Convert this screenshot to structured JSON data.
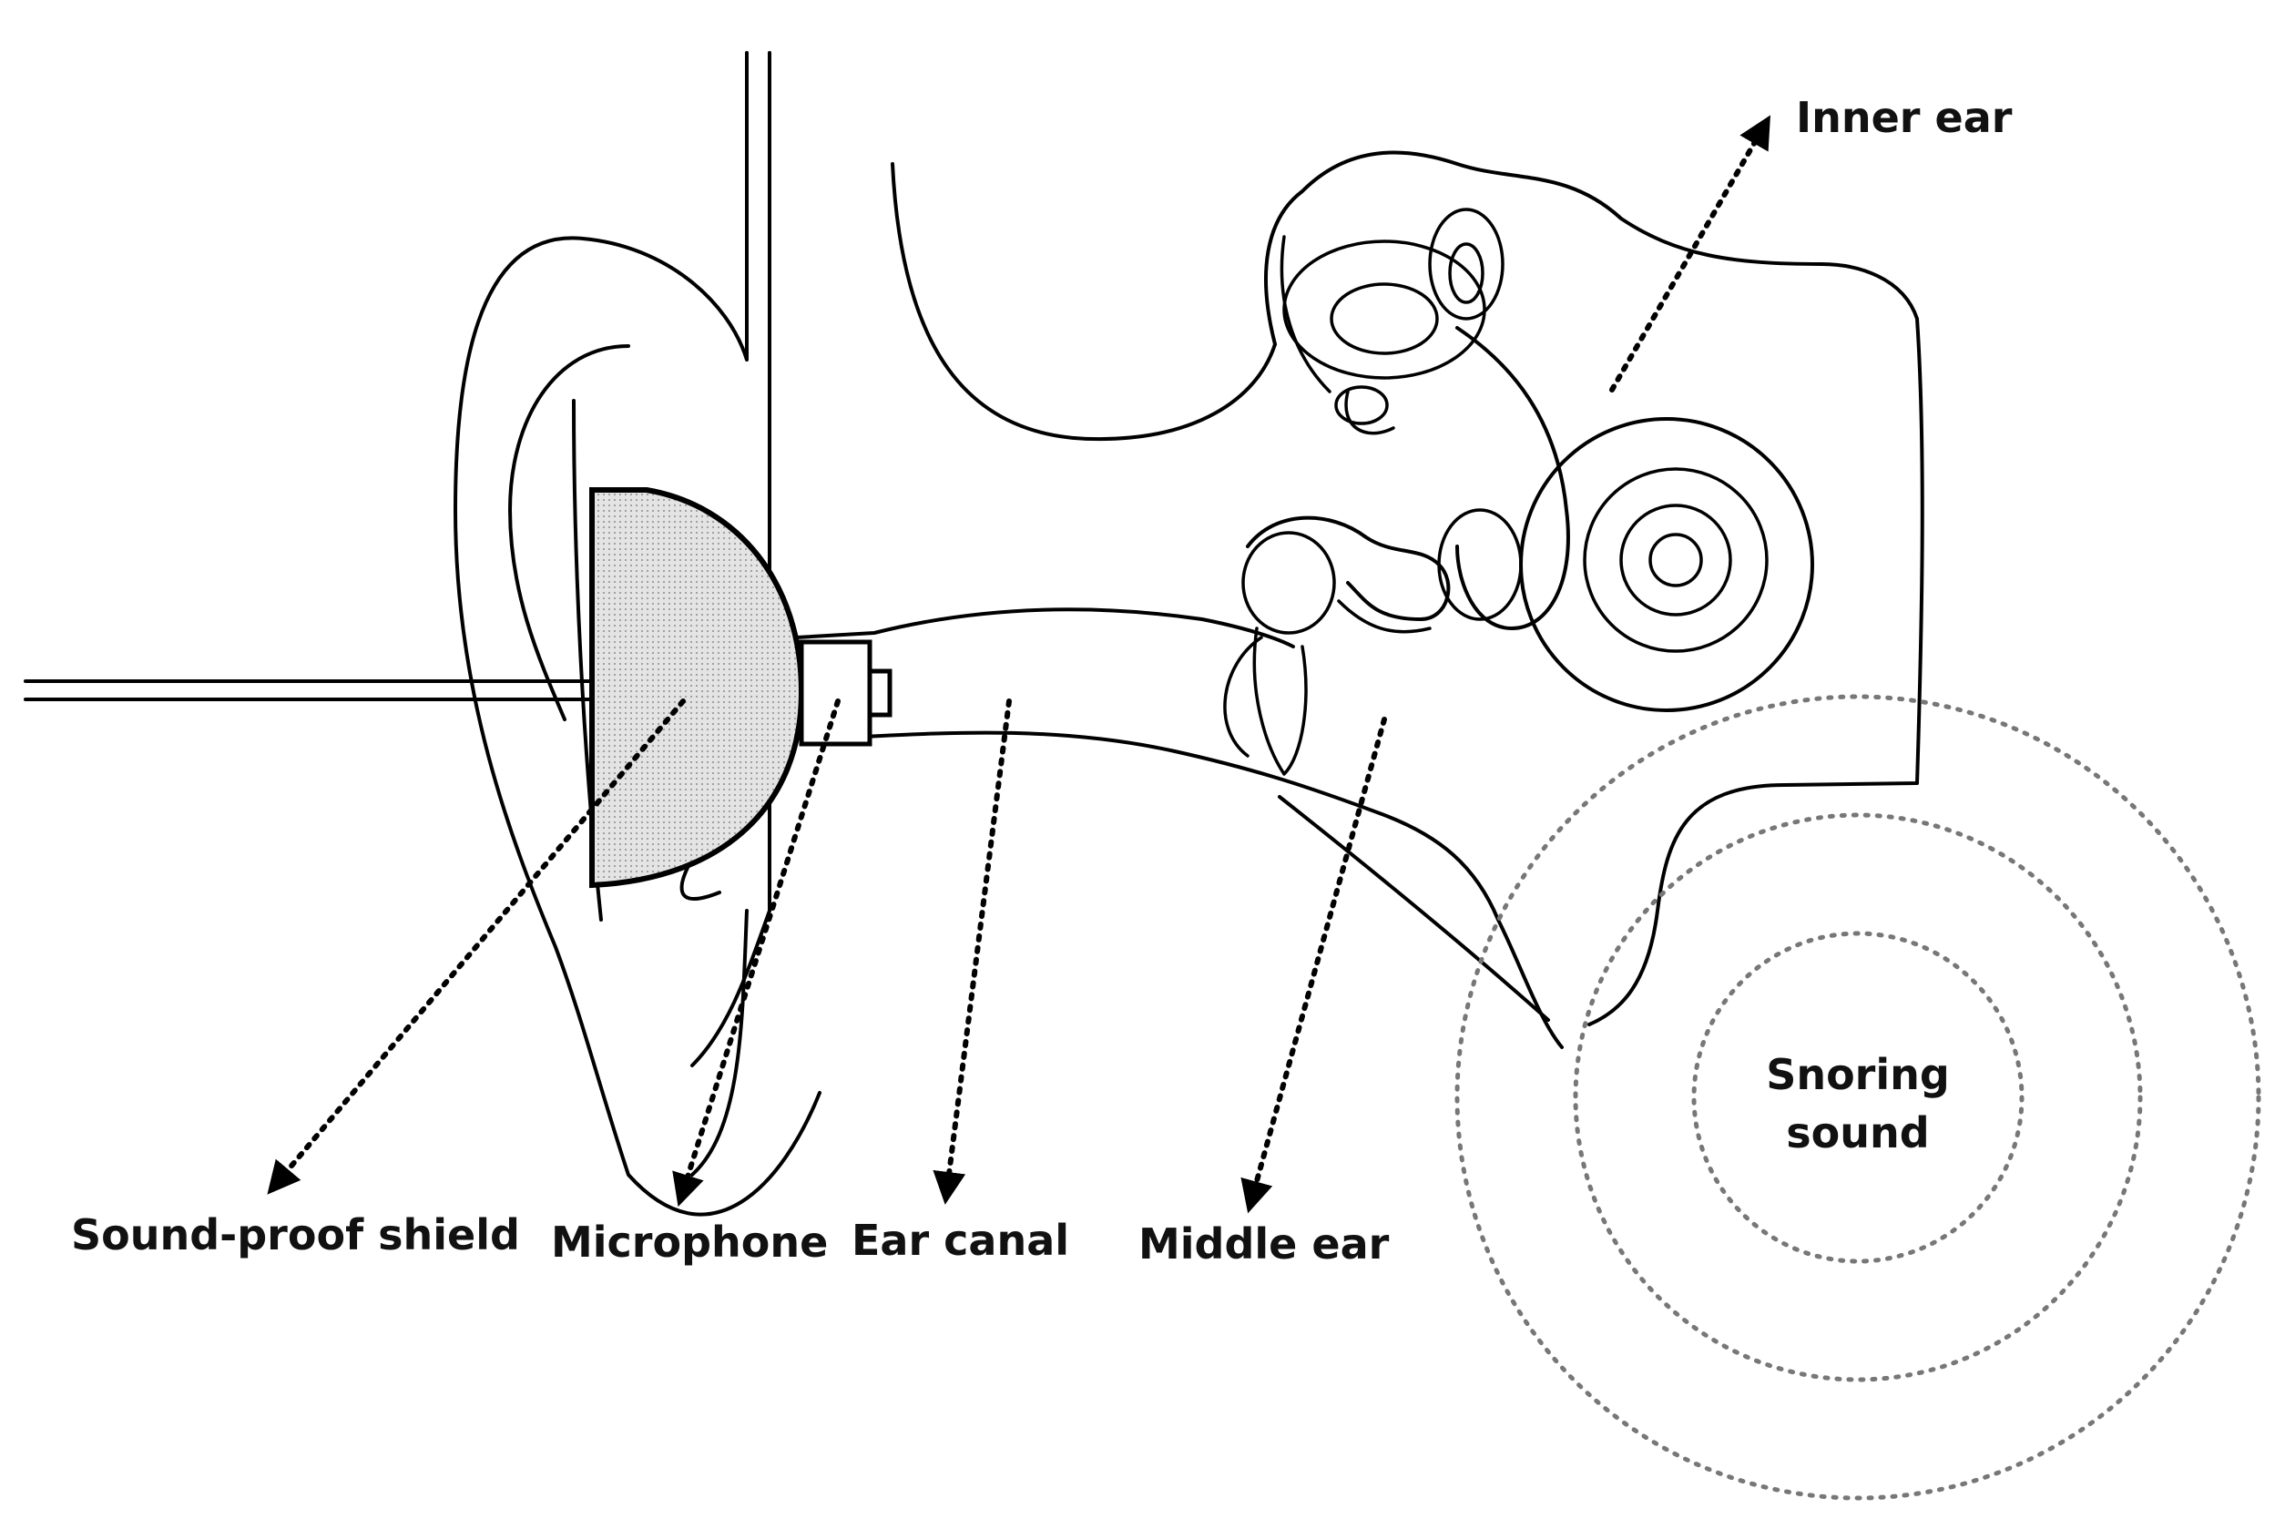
{
  "colors": {
    "line": "#000000",
    "shield_fill": "#dcdcdc",
    "sound_rings": "#777777",
    "background": "#ffffff"
  },
  "labels": {
    "inner_ear": "Inner ear",
    "snoring_line1": "Snoring",
    "snoring_line2": "sound",
    "sound_proof_shield": "Sound-proof shield",
    "microphone": "Microphone",
    "ear_canal": "Ear canal",
    "middle_ear": "Middle ear"
  }
}
